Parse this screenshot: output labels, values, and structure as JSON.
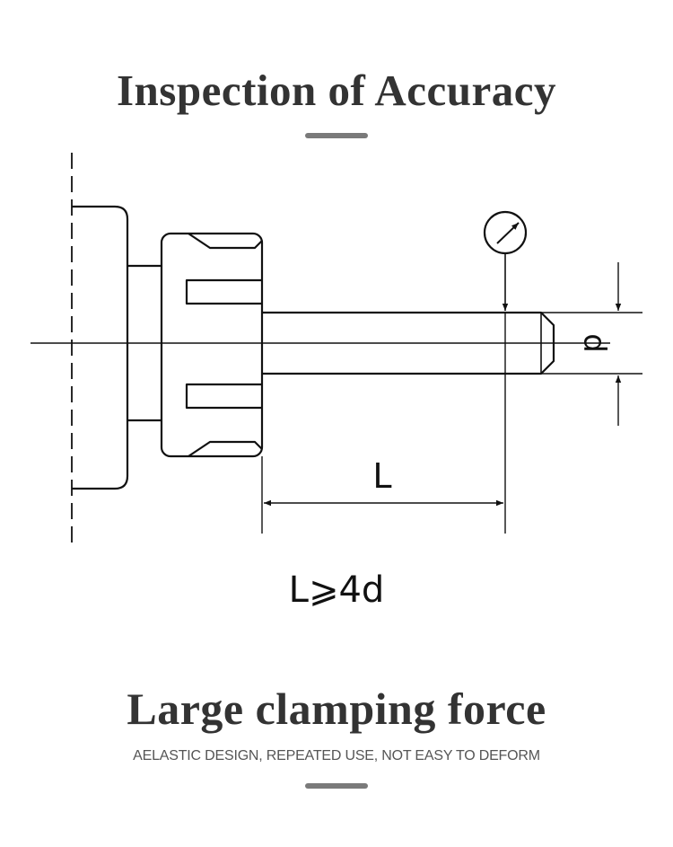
{
  "title": "Inspection of Accuracy",
  "diagram": {
    "label_length": "L",
    "label_diameter": "d",
    "formula": "L⩾4d"
  },
  "section2": {
    "title": "Large clamping force",
    "subtitle": "AELASTIC DESIGN, REPEATED USE, NOT EASY TO DEFORM"
  },
  "colors": {
    "heading": "#333333",
    "line": "#111111",
    "accent_bar": "#7a7a7a"
  }
}
